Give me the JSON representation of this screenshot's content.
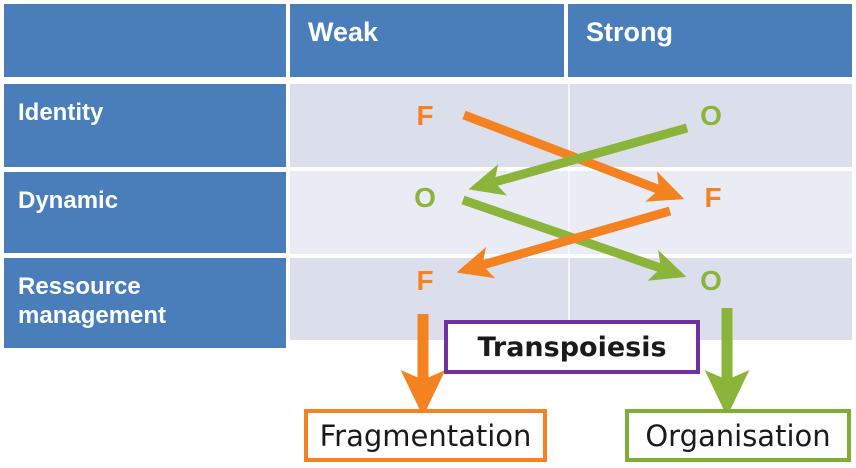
{
  "diagram": {
    "title_text": "",
    "colors": {
      "header_blue": "#4a7ebb",
      "body_light": "#e9ecf4",
      "body_dark": "#dbdfeb",
      "orange": "#f58220",
      "green": "#8bb43a",
      "purple": "#7030a0",
      "box_green_border": "#7fae34",
      "white": "#ffffff"
    }
  },
  "matrix": {
    "corner_label": "",
    "columns": [
      {
        "label": "Weak"
      },
      {
        "label": "Strong"
      }
    ],
    "rows": [
      {
        "label": "Identity",
        "cells": [
          {
            "value": "F",
            "kind": "fragmentation"
          },
          {
            "value": "O",
            "kind": "organisation"
          }
        ]
      },
      {
        "label": "Dynamic",
        "cells": [
          {
            "value": "O",
            "kind": "organisation"
          },
          {
            "value": "F",
            "kind": "fragmentation"
          }
        ]
      },
      {
        "label": "Ressource management",
        "cells": [
          {
            "value": "F",
            "kind": "fragmentation"
          },
          {
            "value": "O",
            "kind": "organisation"
          }
        ]
      }
    ]
  },
  "connectors": [
    {
      "name": "identity-weak-to-dynamic-strong",
      "color": "#f58220",
      "from": "Identity/Weak (F)",
      "to": "Dynamic/Strong (F)"
    },
    {
      "name": "identity-strong-to-dynamic-weak",
      "color": "#8bb43a",
      "from": "Identity/Strong (O)",
      "to": "Dynamic/Weak (O)"
    },
    {
      "name": "dynamic-weak-to-ressource-strong",
      "color": "#8bb43a",
      "from": "Dynamic/Weak (O)",
      "to": "Ressource management/Strong (O)"
    },
    {
      "name": "dynamic-strong-to-ressource-weak",
      "color": "#f58220",
      "from": "Dynamic/Strong (F)",
      "to": "Ressource management/Weak (F)"
    },
    {
      "name": "fragmentation-down-arrow",
      "color": "#f58220",
      "from": "Ressource management/Weak (F)",
      "to": "Fragmentation"
    },
    {
      "name": "organisation-down-arrow",
      "color": "#8bb43a",
      "from": "Ressource management/Strong (O)",
      "to": "Organisation"
    }
  ],
  "labels": {
    "transpoiesis": "Transpoiesis",
    "fragmentation": "Fragmentation",
    "organisation": "Organisation"
  }
}
